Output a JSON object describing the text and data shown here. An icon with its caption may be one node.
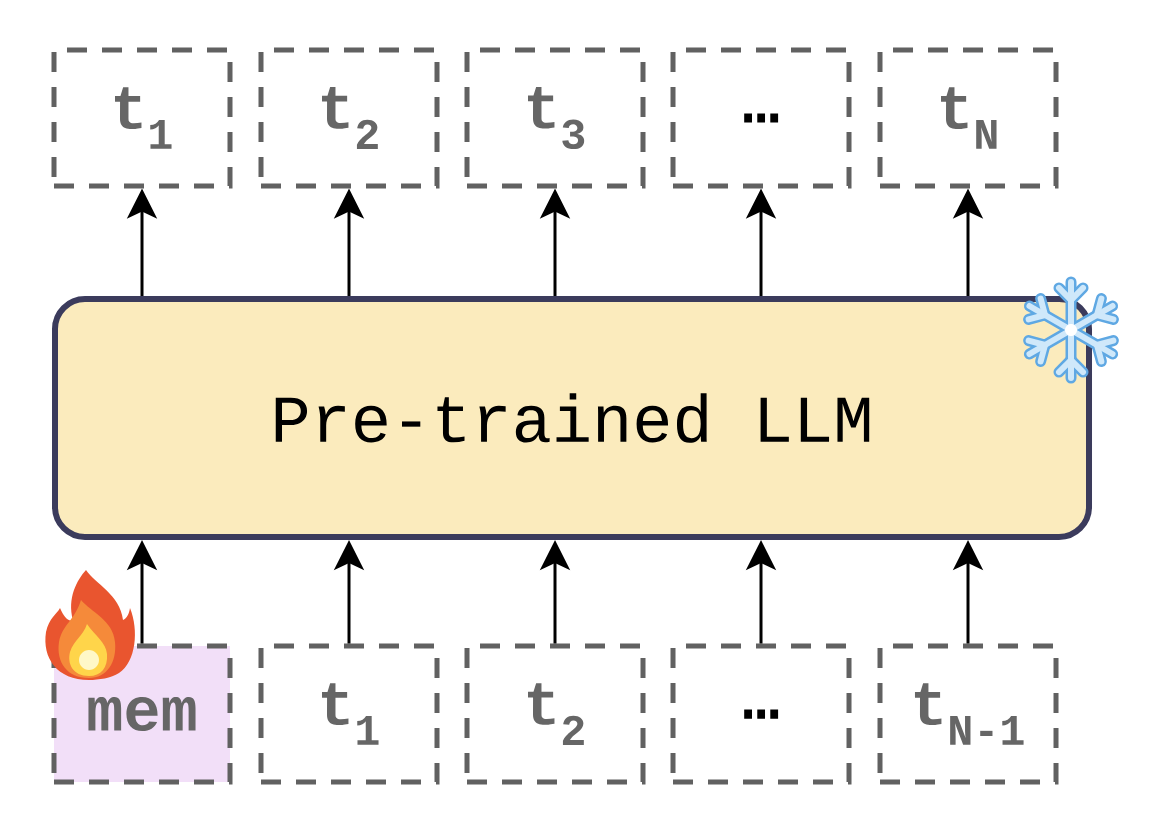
{
  "diagram": {
    "nodes": [
      {
        "text": [
          "t$_{1}$"
        ]
      },
      {
        "text": [
          "t$_{2}$"
        ]
      },
      {
        "text": [
          "t$_{3}$"
        ]
      },
      {
        "text": [
          "…"
        ]
      },
      {
        "text": [
          "t$_{N}$"
        ]
      },
      {
        "text": [
          "Pre-trained LLM"
        ]
      },
      {
        "text": [
          "mem"
        ]
      },
      {
        "text": [
          "t$_{1}$"
        ]
      },
      {
        "text": [
          "t$_{2}$"
        ]
      },
      {
        "text": [
          "…"
        ]
      },
      {
        "text": [
          "t$_{N-1}$"
        ]
      }
    ],
    "edges": [
      {
        "from": 6,
        "to": 5,
        "arrow": "to"
      },
      {
        "from": 7,
        "to": 5,
        "arrow": "to"
      },
      {
        "from": 8,
        "to": 5,
        "arrow": "to"
      },
      {
        "from": 9,
        "to": 5,
        "arrow": "to"
      },
      {
        "from": 10,
        "to": 5,
        "arrow": "to"
      },
      {
        "from": 5,
        "to": 0,
        "arrow": "to"
      },
      {
        "from": 5,
        "to": 1,
        "arrow": "to"
      },
      {
        "from": 5,
        "to": 2,
        "arrow": "to"
      },
      {
        "from": 5,
        "to": 3,
        "arrow": "to"
      },
      {
        "from": 5,
        "to": 4,
        "arrow": "to"
      }
    ]
  }
}
